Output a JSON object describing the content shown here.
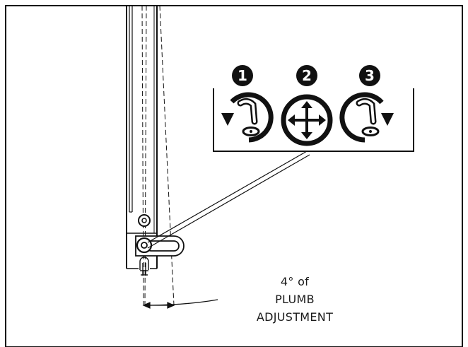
{
  "steps": [
    {
      "number": "1",
      "icon": "loosen-counterclockwise-icon"
    },
    {
      "number": "2",
      "icon": "move-arrows-icon"
    },
    {
      "number": "3",
      "icon": "tighten-clockwise-icon"
    }
  ],
  "caption": {
    "line1": "4° of",
    "line2": "PLUMB",
    "line3": "ADJUSTMENT"
  },
  "colors": {
    "ink": "#111111",
    "background": "#ffffff"
  }
}
